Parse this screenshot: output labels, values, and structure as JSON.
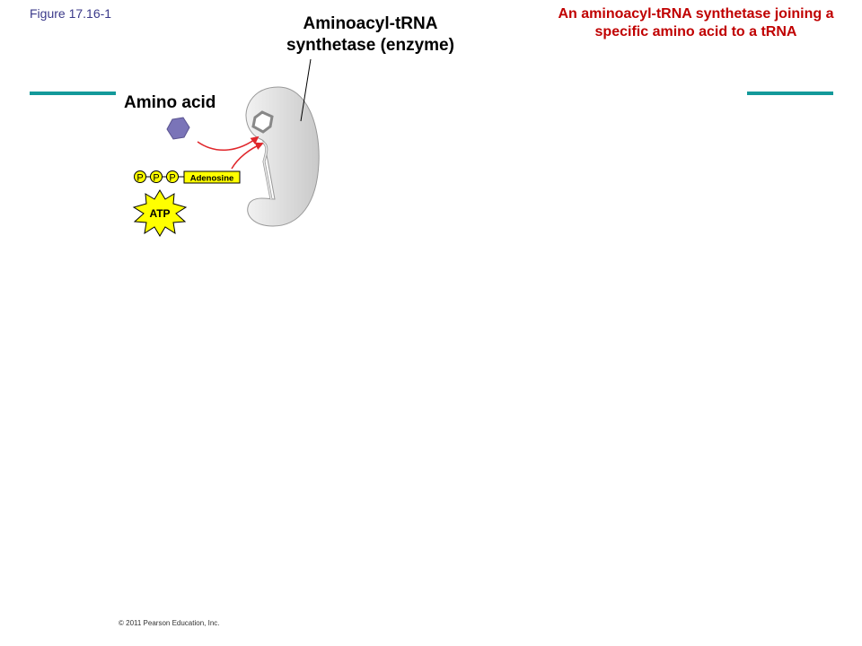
{
  "figure_label": "Figure 17.16-1",
  "title": "An aminoacyl-tRNA synthetase joining a specific amino acid to a tRNA",
  "enzyme_label": "Aminoacyl-tRNA synthetase (enzyme)",
  "amino_acid_label": "Amino acid",
  "atp": {
    "phosphates": [
      "P",
      "P",
      "P"
    ],
    "adenosine": "Adenosine",
    "label": "ATP"
  },
  "copyright": "© 2011 Pearson Education, Inc.",
  "colors": {
    "accent": "#13999a",
    "title": "#c00000",
    "amino_acid": "#7a74b8",
    "arrow": "#e0262b",
    "atp": "#ffff00"
  }
}
